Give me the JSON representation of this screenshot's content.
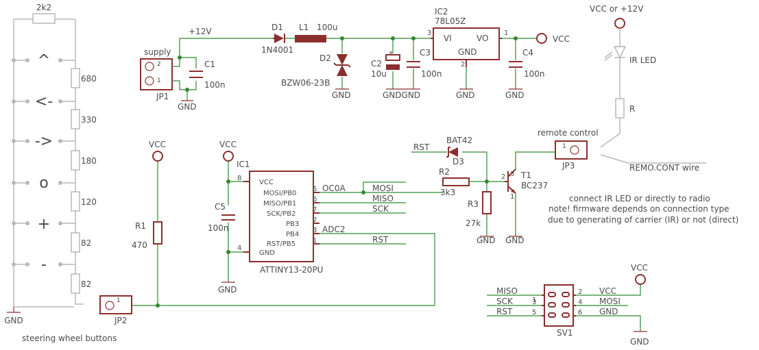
{
  "steering": {
    "top_resistor": "2k2",
    "buttons": [
      "^",
      "<-",
      "->",
      "o",
      "+",
      "-"
    ],
    "resistors": [
      "680",
      "330",
      "180",
      "120",
      "82",
      "82"
    ],
    "gnd": "GND",
    "caption": "steering wheel buttons"
  },
  "supply": {
    "label": "supply",
    "pin2": "2",
    "pin1": "1",
    "name": "JP1",
    "gnd": "GND",
    "v12": "+12V",
    "c1_name": "C1",
    "c1_value": "100n"
  },
  "regulator_chain": {
    "d1_name": "D1",
    "d1_value": "1N4001",
    "l1_name": "L1",
    "l1_value": "100u",
    "d2_name": "D2",
    "d2_value": "BZW06-23B",
    "d2_gnd": "GND",
    "c2_name": "C2",
    "c2_value": "10u",
    "c2_plus": "+",
    "c3_name": "C3",
    "c3_value": "100n",
    "c23_gnd": "GNDGND",
    "ic2_name": "IC2",
    "ic2_value": "78L05Z",
    "ic2_vi": "VI",
    "ic2_vo": "VO",
    "ic2_gnd": "GND",
    "pin3": "3",
    "pin1": "1",
    "pin2": "2",
    "ic2_gnd_label": "GND",
    "c4_name": "C4",
    "c4_value": "100n",
    "c4_gnd": "GND",
    "vcc": "VCC"
  },
  "ir": {
    "top": "VCC or +12V",
    "led": "IR LED",
    "r": "R",
    "remote": "remote control",
    "pin1": "1",
    "jp3": "JP3",
    "wire": "REMO.CONT wire",
    "note1": "connect IR LED or directly to radio",
    "note2": "note! firmware depends on connection type",
    "note3": "due to generating of carrier (IR) or not (direct)"
  },
  "driver": {
    "rst": "RST",
    "d3_value": "BAT42",
    "d3_name": "D3",
    "r2_name": "R2",
    "r2_value": "3k3",
    "r3_name": "R3",
    "r3_value": "27k",
    "r3_gnd": "GND",
    "t1_name": "T1",
    "t1_value": "BC237",
    "t1_gnd": "GND",
    "pin1": "1",
    "pin2": "2",
    "pin3": "3"
  },
  "mcu": {
    "vcc": "VCC",
    "name": "IC1",
    "value": "ATTINY13-20PU",
    "pins_left": [
      {
        "num": "8",
        "label": "VCC"
      },
      {
        "num": "4",
        "label": "GND"
      }
    ],
    "pins_right": [
      {
        "num": "5",
        "label": "MOSI/PB0",
        "net": "OC0A"
      },
      {
        "num": "6",
        "label": "MISO/PB1",
        "net": ""
      },
      {
        "num": "7",
        "label": "SCK/PB2",
        "net": ""
      },
      {
        "num": "2",
        "label": "PB3",
        "net": ""
      },
      {
        "num": "3",
        "label": "PB4",
        "net": "ADC2"
      },
      {
        "num": "1",
        "label": "RST/PB5",
        "net": ""
      }
    ],
    "bus_labels": [
      "MOSI",
      "MISO",
      "SCK",
      "RST"
    ],
    "c5_name": "C5",
    "c5_value": "100n",
    "gnd": "GND"
  },
  "input": {
    "vcc": "VCC",
    "r1_name": "R1",
    "r1_value": "470",
    "jp2_pin": "1",
    "jp2_name": "JP2"
  },
  "isp": {
    "vcc": "VCC",
    "gnd": "GND",
    "name": "SV1",
    "left_nets": [
      "MISO",
      "SCK",
      "RST"
    ],
    "left_pins": [
      "1",
      "3",
      "5"
    ],
    "right_pins": [
      "2",
      "4",
      "6"
    ],
    "right_nets": [
      "VCC",
      "MOSI",
      "GND"
    ]
  },
  "colors": {
    "wire": "#2f8a2f",
    "part": "#8b2e2e",
    "ghost": "#b8b8b8",
    "text": "#4a4a4a"
  }
}
